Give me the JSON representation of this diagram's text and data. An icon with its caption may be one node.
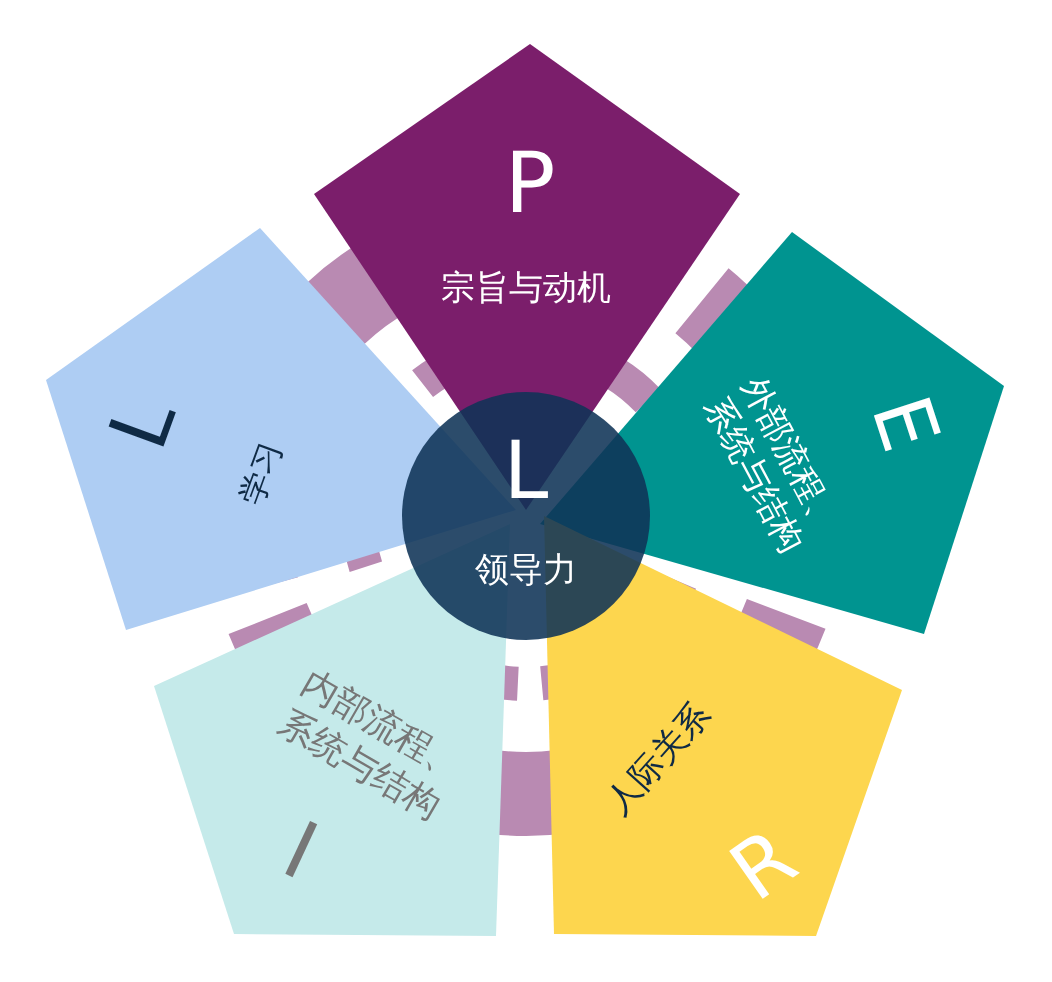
{
  "diagram": {
    "nodes": [
      {
        "text": [
          "P",
          "宗旨与动机"
        ]
      },
      {
        "text": [
          "L",
          "学习"
        ]
      },
      {
        "text": [
          "E",
          "外部流程、系统与结构"
        ]
      },
      {
        "text": [
          "L",
          "领导力"
        ]
      },
      {
        "text": [
          "I",
          "内部流程、系统与结构"
        ]
      },
      {
        "text": [
          "R",
          "人际关系"
        ]
      }
    ]
  }
}
